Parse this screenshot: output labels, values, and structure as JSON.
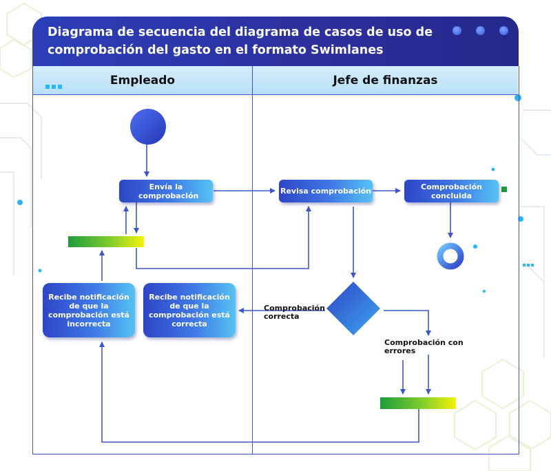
{
  "title": "Diagrama de secuencia del diagrama de casos de uso de comprobación del gasto en el formato Swimlanes",
  "lanes": {
    "left": "Empleado",
    "right": "Jefe de finanzas"
  },
  "nodes": {
    "send": "Envía la comprobación",
    "review": "Revisa comprobación",
    "done": "Comprobación concluida",
    "notify_incorrect": "Recibe notificación de que la comprobación está incorrecta",
    "notify_correct": "Recibe notificación de que la comprobación está correcta"
  },
  "edge_labels": {
    "correct": "Comprobación correcta",
    "errors": "Comprobación con errores"
  },
  "colors": {
    "accent": "#2e45c7",
    "lane_header": "#c6e7f8",
    "line": "#3d55c8"
  }
}
